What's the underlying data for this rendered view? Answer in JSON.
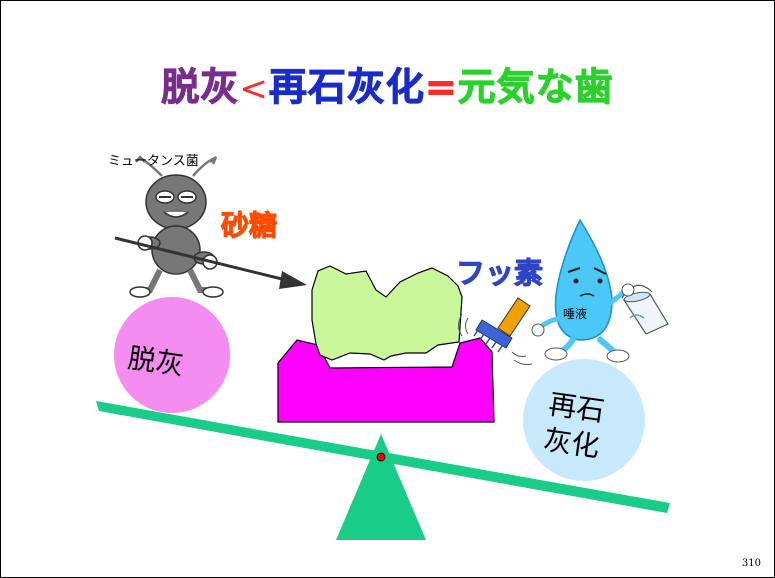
{
  "title": {
    "part1": "脱灰",
    "op1": "<",
    "part2": "再石灰化",
    "op2": "=",
    "part3": "元気な歯"
  },
  "labels": {
    "bacteria": "ミュータンス菌",
    "sugar": "砂糖",
    "fluoride": "フッ素",
    "saliva": "唾液",
    "demineralization": "脱灰",
    "remineralization_line1": "再石",
    "remineralization_line2": "灰化"
  },
  "page_number": "310",
  "colors": {
    "title_part1": "#7a2d8c",
    "title_op1": "#ff2a2a",
    "title_part2": "#1a2cc8",
    "title_op2": "#ff2a2a",
    "title_part3": "#2bd12b",
    "sugar": "#ff4a00",
    "fluoride": "#2f45c8",
    "demin_ball": "#f58cf0",
    "remin_ball": "#c8e8fb",
    "tooth_crown": "#c9f79a",
    "gum": "#ff00ff",
    "seesaw": "#19cc88"
  },
  "icons": [
    "mutans-bacteria-icon",
    "saliva-drop-icon",
    "toothbrush-icon",
    "bucket-icon"
  ]
}
